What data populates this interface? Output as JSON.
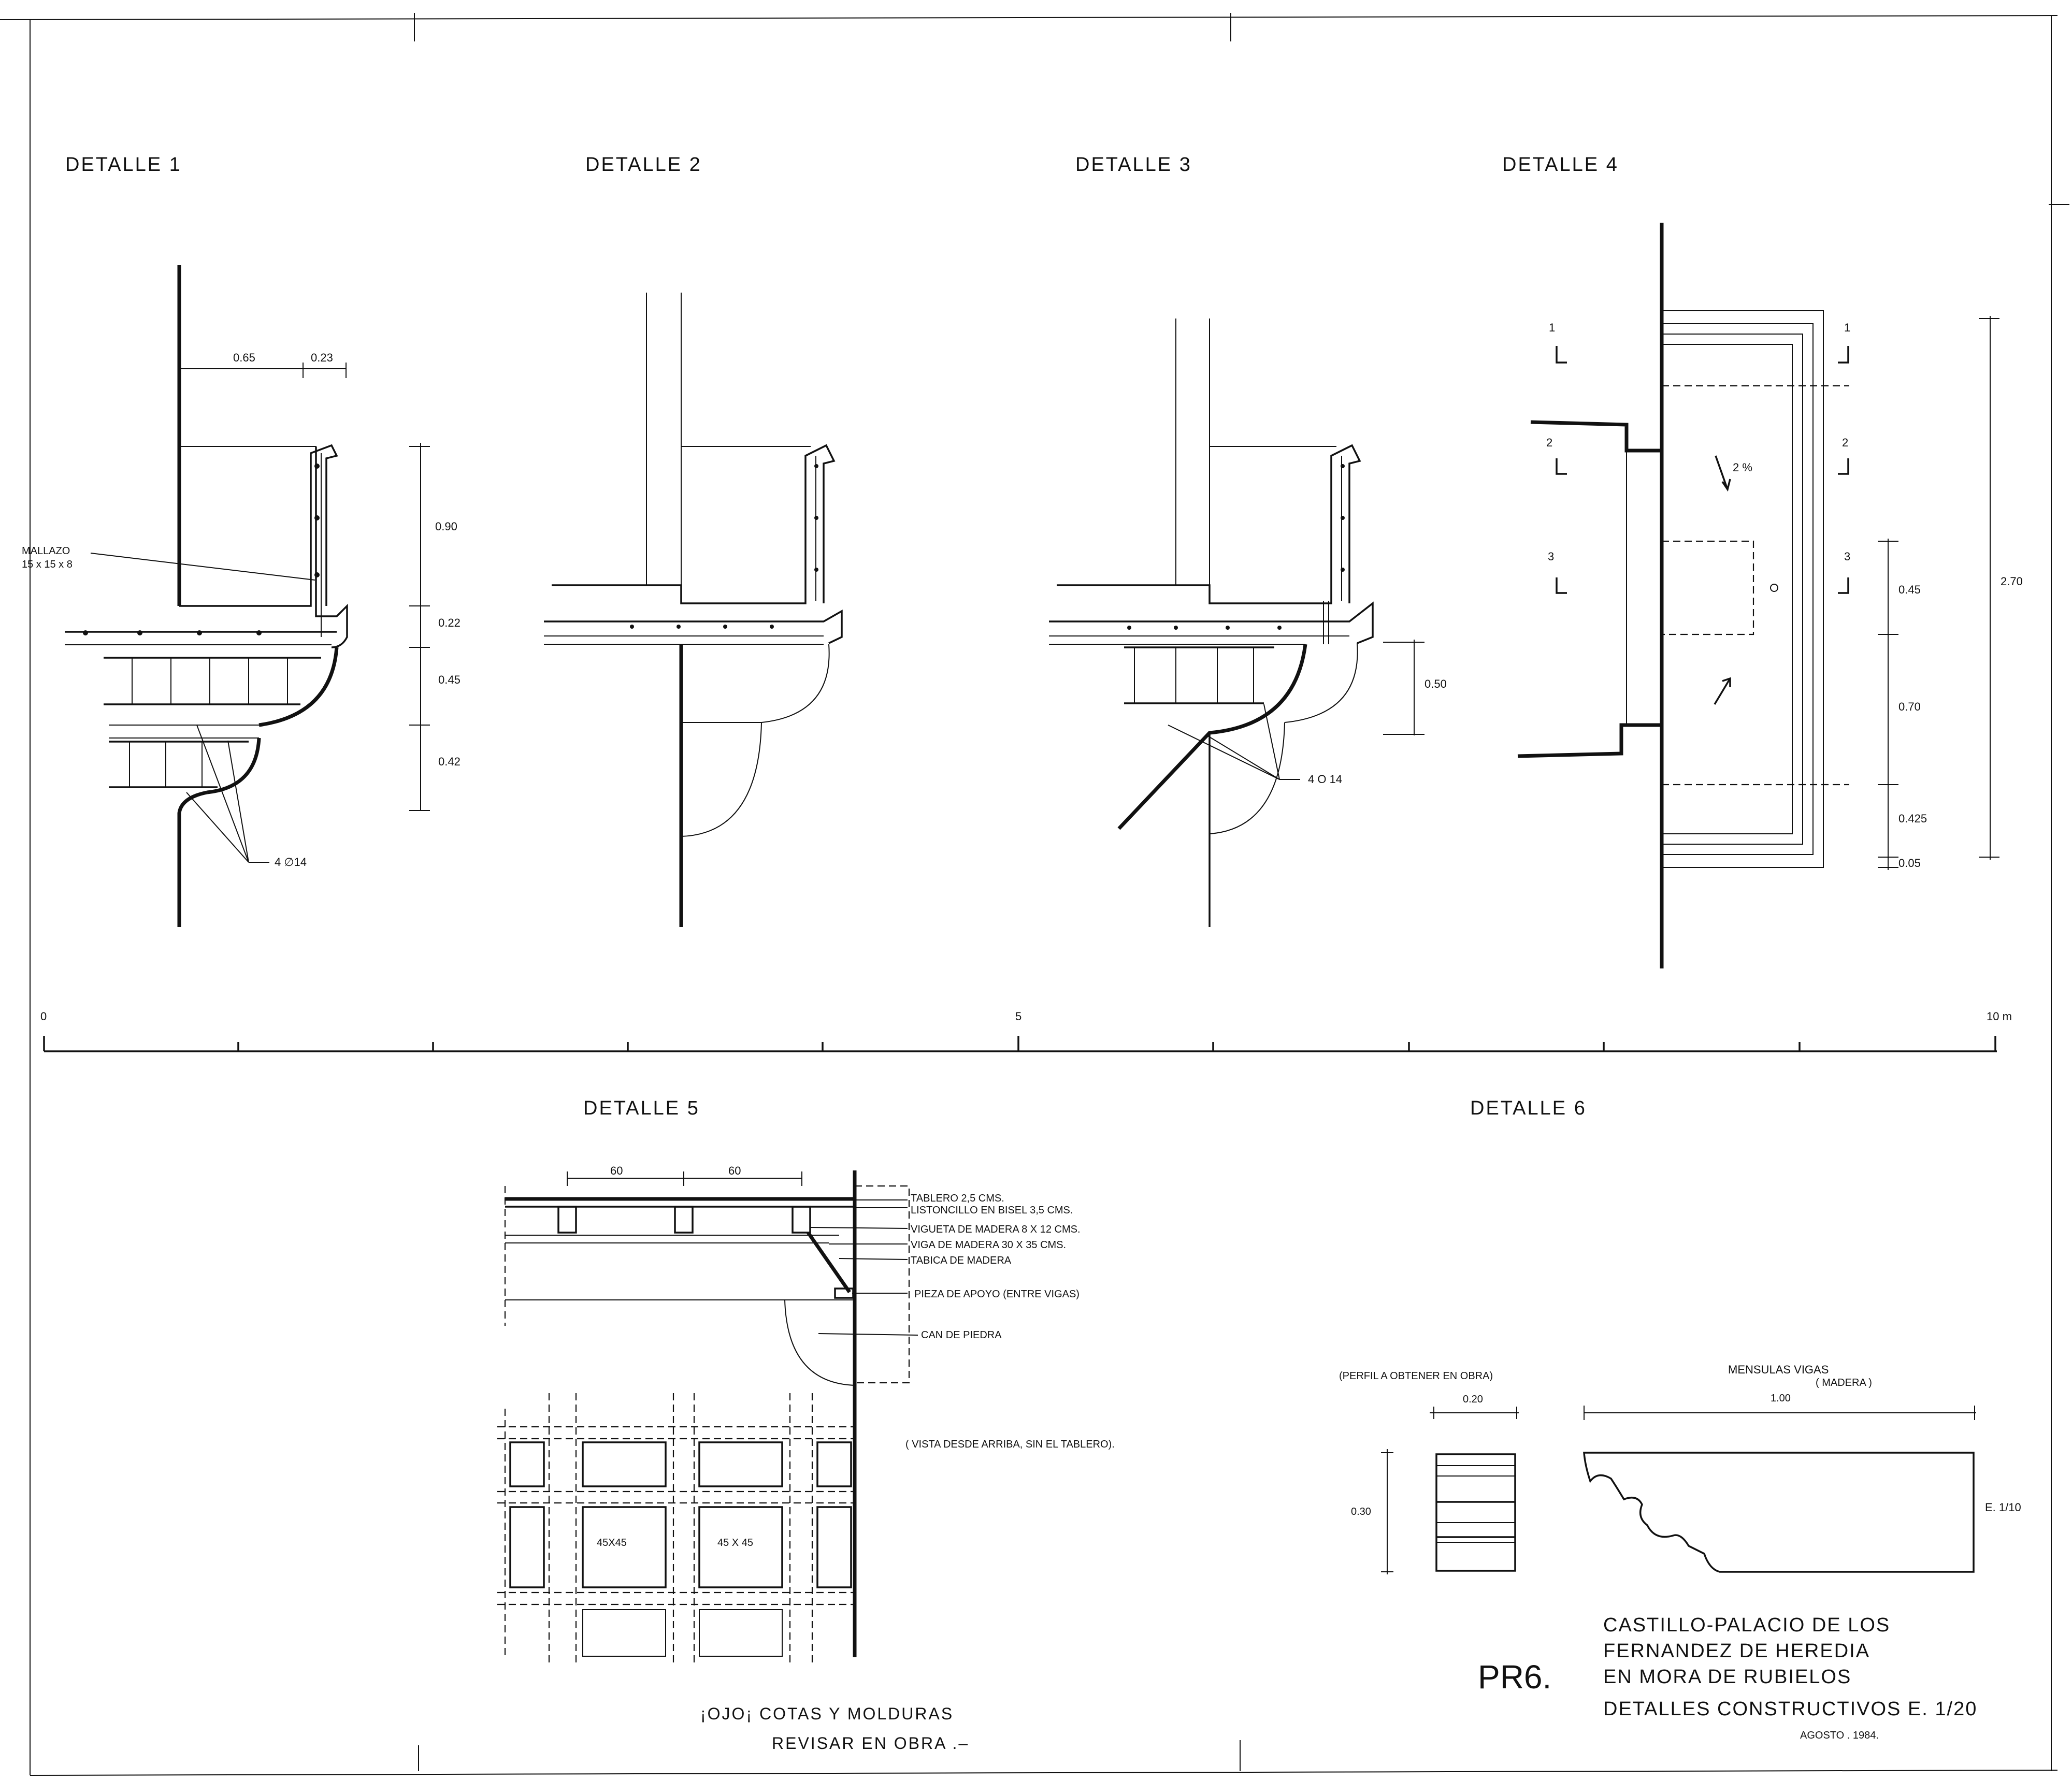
{
  "sheet": {
    "code": "PR6.",
    "title_lines": [
      "CASTILLO-PALACIO DE LOS",
      "FERNANDEZ  DE  HEREDIA",
      "EN  MORA   DE  RUBIELOS",
      "DETALLES  CONSTRUCTIVOS   E.  1/20"
    ],
    "date": "AGOSTO . 1984.",
    "warning_lines": [
      "¡OJO¡  COTAS  Y  MOLDURAS",
      "REVISAR  EN  OBRA .–"
    ]
  },
  "scale_bar": {
    "start": "0",
    "mid": "5",
    "end": "10 m"
  },
  "detail_1": {
    "header": "DETALLE   1",
    "dims_top": [
      "0.65",
      "0.23"
    ],
    "dims_side": [
      "0.90",
      "0.22",
      "0.45",
      "0.42"
    ],
    "mallazo_lines": [
      "MALLAZO",
      "15 x 15 x 8"
    ],
    "rebar": "4 ∅14"
  },
  "detail_2": {
    "header": "DETALLE   2"
  },
  "detail_3": {
    "header": "DETALLE   3",
    "dim": "0.50",
    "rebar": "4 O 14"
  },
  "detail_4": {
    "header": "DETALLE   4",
    "section_marks": [
      "1",
      "2",
      "3"
    ],
    "slope": "2 %",
    "dims_right": [
      "0.45",
      "0.70",
      "0.425",
      "0.05"
    ],
    "dim_total": "2.70"
  },
  "detail_5": {
    "header": "DETALLE   5",
    "spacing": [
      "60",
      "60"
    ],
    "labels": [
      "TABLERO 2,5 CMS.",
      "LISTONCILLO EN BISEL 3,5 CMS.",
      "VIGUETA DE MADERA 8 X 12 CMS.",
      "VIGA DE MADERA 30 X 35 CMS.",
      "TABICA  DE  MADERA",
      "PIEZA  DE  APOYO (ENTRE  VIGAS)",
      "CAN  DE  PIEDRA"
    ],
    "plan_note": "( VISTA DESDE ARRIBA, SIN EL TABLERO).",
    "panels": [
      "45X45",
      "45 X 45"
    ]
  },
  "detail_6": {
    "header": "DETALLE   6",
    "profile_title": "(PERFIL  A  OBTENER  EN  OBRA)",
    "profile_width": "0.20",
    "profile_height": "0.30",
    "mensula_title": "MENSULAS  VIGAS",
    "mensula_sub": "( MADERA )",
    "mensula_length": "1.00",
    "scale": "E.  1/10"
  },
  "colors": {
    "ink": "#111111",
    "paper": "#ffffff"
  }
}
